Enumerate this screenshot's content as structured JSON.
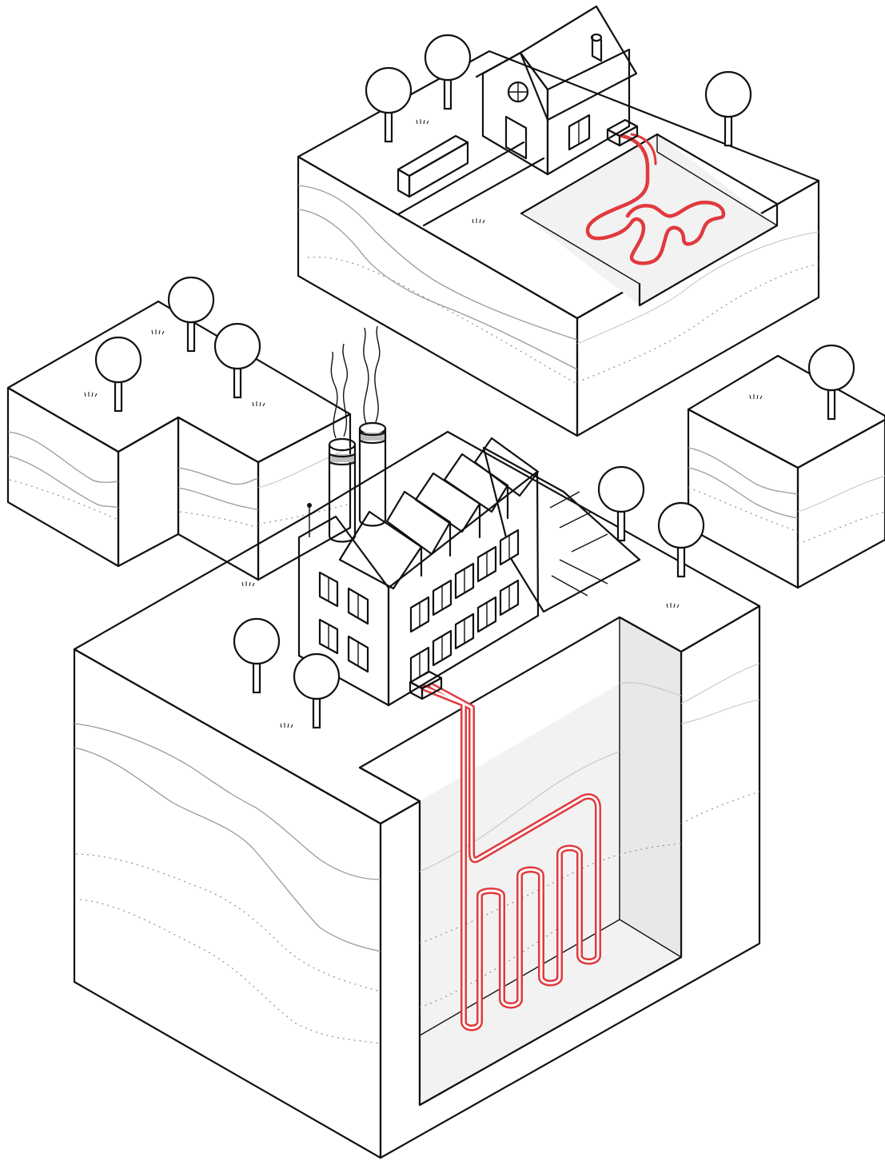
{
  "colors": {
    "background": "#ffffff",
    "outline": "#111111",
    "soil": "#e8e8e8",
    "trench_floor": "#f2f2f2",
    "roof": "#808080",
    "pipe": "#e03a3e",
    "soil_layer_line": "#9a9a9a"
  },
  "icons": {
    "tree": "tree-icon",
    "grass": "grass-tuft-icon",
    "heat_pump": "heat-pump-unit-icon",
    "pipe": "ground-loop-pipe-icon"
  },
  "scene": {
    "blocks": [
      "house-block",
      "left-ground-block",
      "right-ground-block",
      "factory-block"
    ],
    "pipe_systems": [
      "horizontal-ground-loop",
      "vertical-ground-loop"
    ]
  }
}
